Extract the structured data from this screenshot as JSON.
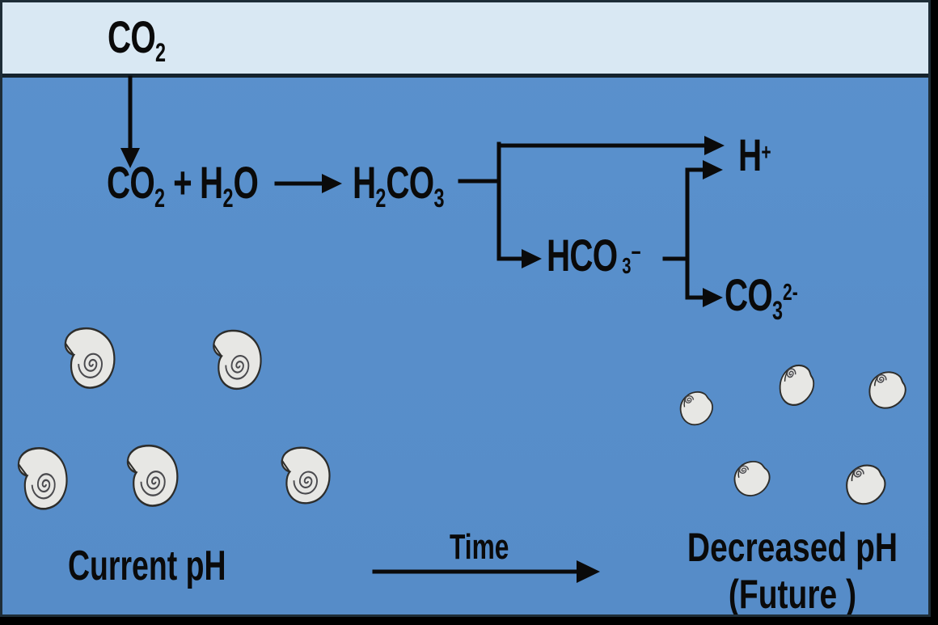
{
  "colors": {
    "sky": "#d9e8f3",
    "ocean": "#5a91cd",
    "ocean-deep": "#568cc8",
    "frame-border": "#1e2d37",
    "text": "#0a0a0a",
    "line": "#0a0a0a",
    "shell-fill": "#e7e7e4",
    "shell-stroke": "#2d2d2b"
  },
  "atmosphere": {
    "co2": {
      "main": "CO",
      "sub": "2"
    }
  },
  "ocean": {
    "equation": {
      "co2": {
        "main": "CO",
        "sub": "2"
      },
      "plus": "+",
      "h2o": {
        "h": "H",
        "sub": "2",
        "o": "O"
      },
      "h2co3": {
        "h": "H",
        "sub1": "2",
        "co": "CO",
        "sub2": "3"
      },
      "h_plus": {
        "main": "H",
        "sup": "+"
      },
      "hco3": {
        "main": "HCO",
        "sub": "3",
        "sup": "−"
      },
      "co3": {
        "main": "CO",
        "sub": "3",
        "sup": "2-"
      }
    },
    "shells": {
      "healthy": {
        "icon": "spiral-shell-icon",
        "count": 5
      },
      "degraded": {
        "icon": "eroded-shell-icon",
        "count": 5
      }
    },
    "labels": {
      "current_ph": "Current pH",
      "time": "Time",
      "decreased_ph": "Decreased pH",
      "future": "(Future )"
    }
  }
}
